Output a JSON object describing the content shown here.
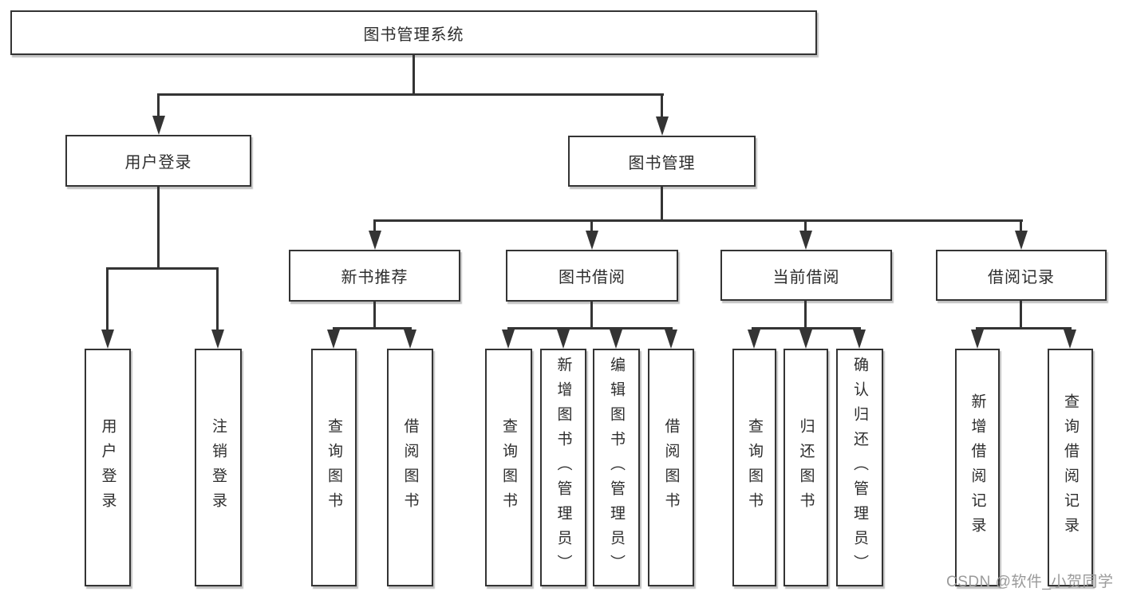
{
  "page": {
    "background": "#ffffff",
    "line_color": "#343434",
    "text_color": "#2d2d2d",
    "watermark_color": "#9a9a9a"
  },
  "nodes": {
    "root": "图书管理系统",
    "user_login": "用户登录",
    "book_management": "图书管理",
    "new_book_recommend": "新书推荐",
    "book_borrow": "图书借阅",
    "current_borrow": "当前借阅",
    "borrow_record": "借阅记录",
    "leaf_user_login": "用户登录",
    "leaf_logout_login": "注销登录",
    "leaf_nbr_query_book": "查询图书",
    "leaf_nbr_borrow_book": "借阅图书",
    "leaf_bb_query_book": "查询图书",
    "leaf_bb_add_book_admin": "新增图书（管理员）",
    "leaf_bb_edit_book_admin": "编辑图书（管理员）",
    "leaf_bb_borrow_book": "借阅图书",
    "leaf_cb_query_book": "查询图书",
    "leaf_cb_return_book": "归还图书",
    "leaf_cb_confirm_return_admin": "确认归还（管理员）",
    "leaf_br_add_record": "新增借阅记录",
    "leaf_br_query_record": "查询借阅记录"
  },
  "hierarchy": {
    "root": [
      "user_login",
      "book_management"
    ],
    "user_login": [
      "leaf_user_login",
      "leaf_logout_login"
    ],
    "book_management": [
      "new_book_recommend",
      "book_borrow",
      "current_borrow",
      "borrow_record"
    ],
    "new_book_recommend": [
      "leaf_nbr_query_book",
      "leaf_nbr_borrow_book"
    ],
    "book_borrow": [
      "leaf_bb_query_book",
      "leaf_bb_add_book_admin",
      "leaf_bb_edit_book_admin",
      "leaf_bb_borrow_book"
    ],
    "current_borrow": [
      "leaf_cb_query_book",
      "leaf_cb_return_book",
      "leaf_cb_confirm_return_admin"
    ],
    "borrow_record": [
      "leaf_br_add_record",
      "leaf_br_query_record"
    ]
  },
  "watermark": {
    "text": "CSDN @软件_小贺同学"
  }
}
